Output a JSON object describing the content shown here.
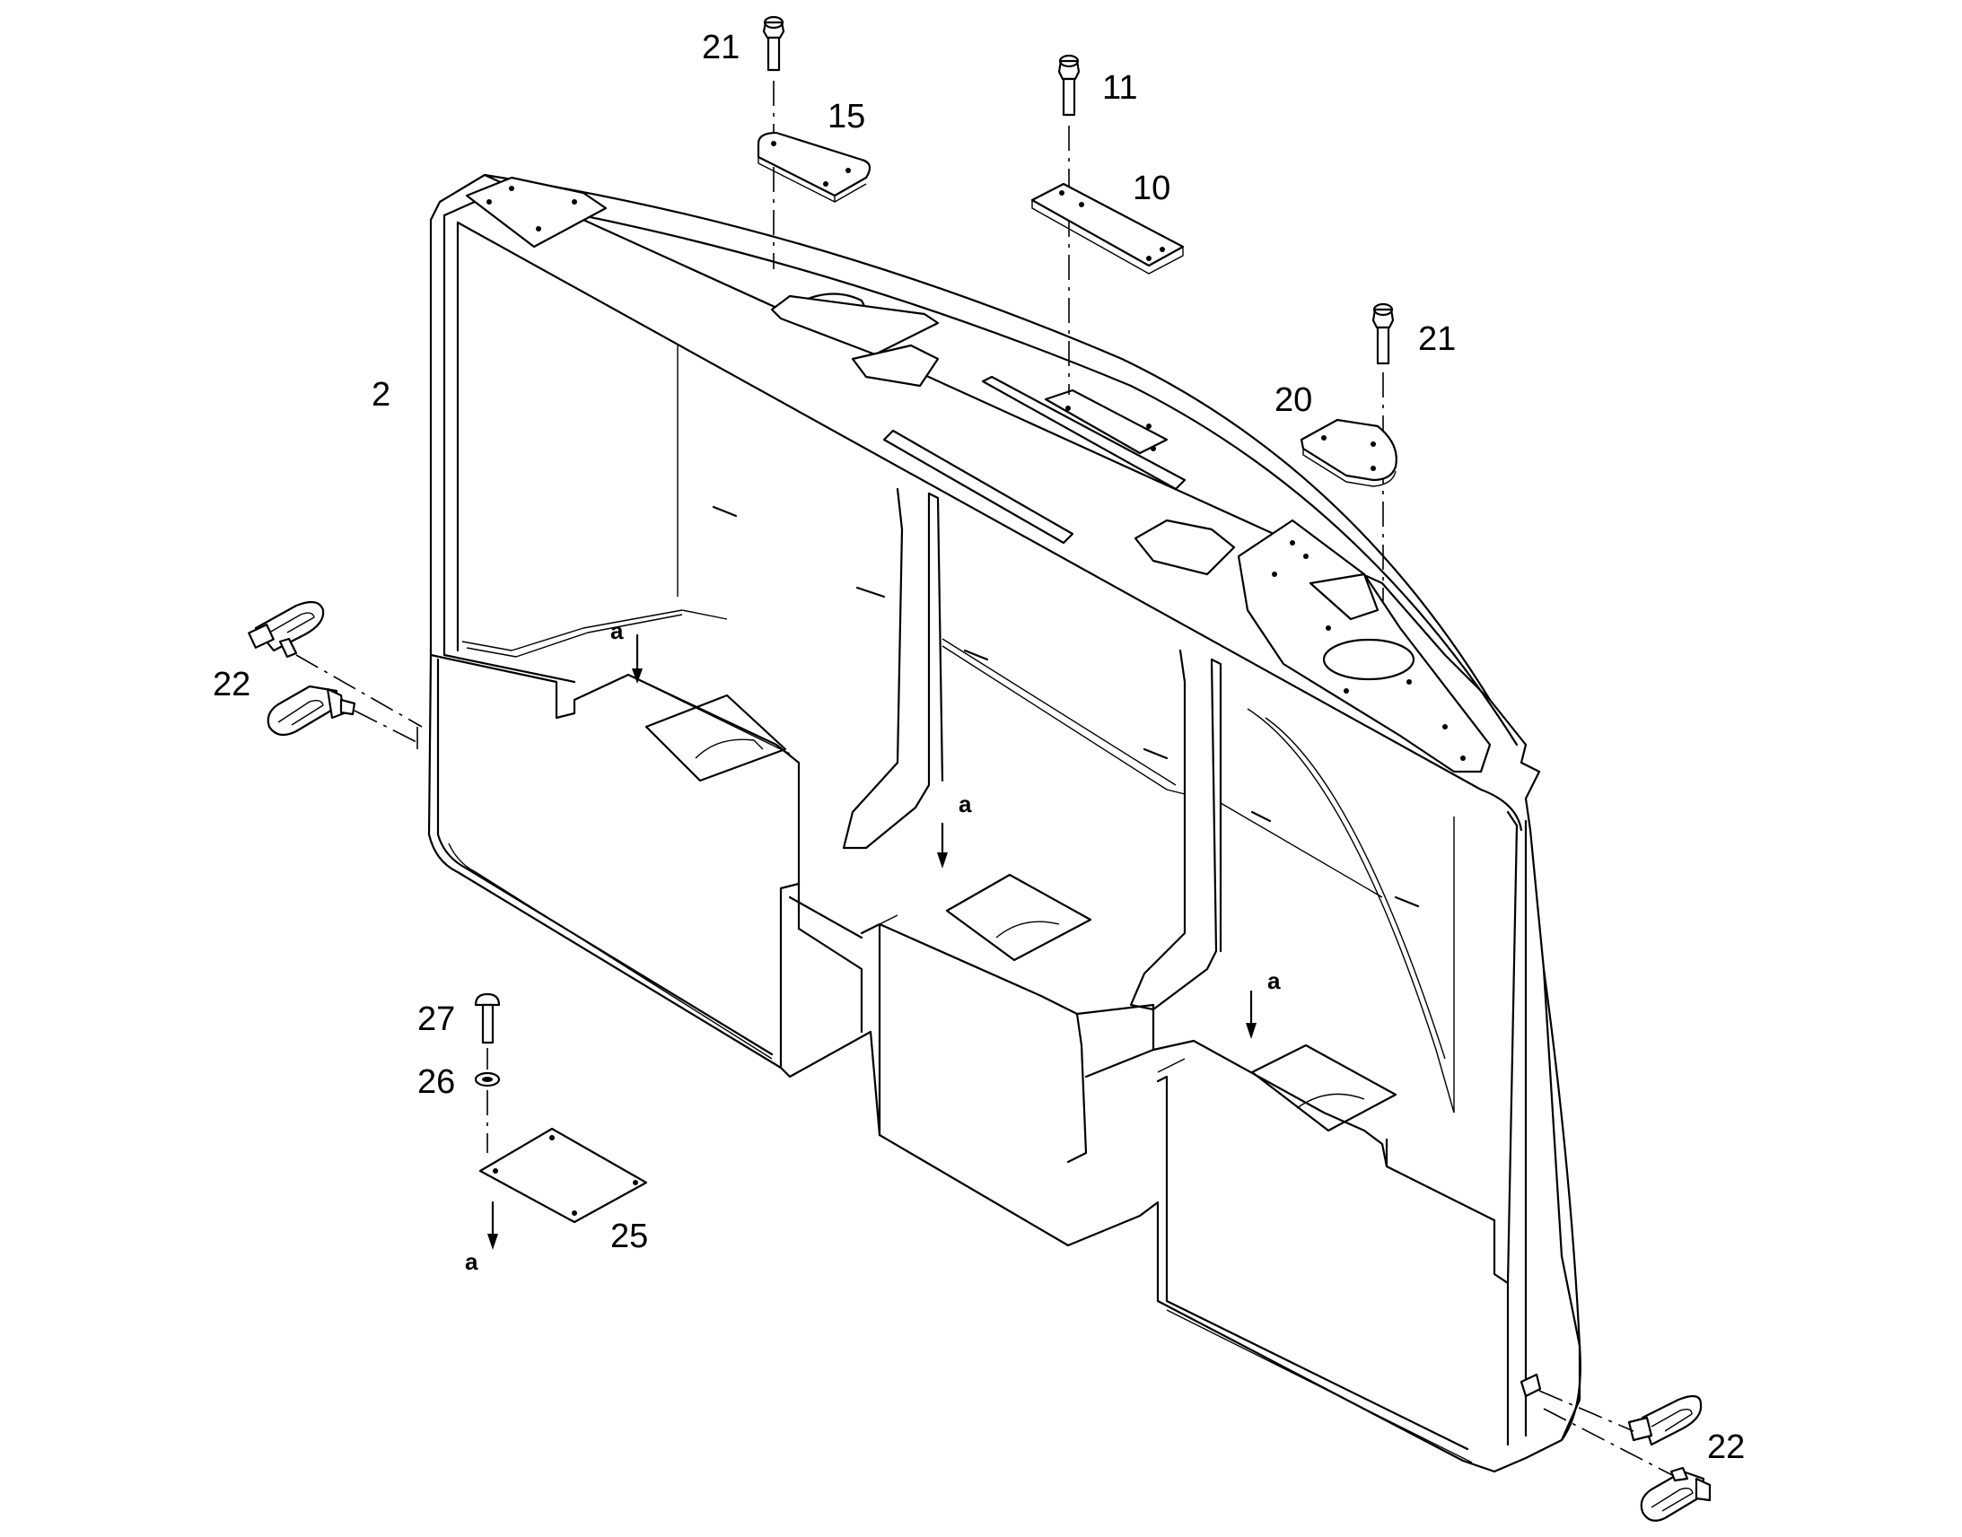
{
  "callouts": {
    "c21a": "21",
    "c11": "11",
    "c15": "15",
    "c10": "10",
    "c21b": "21",
    "c2": "2",
    "c20": "20",
    "c22a": "22",
    "c27": "27",
    "c26": "26",
    "c25": "25",
    "c22b": "22"
  },
  "view_markers": {
    "a1": "a",
    "a2": "a",
    "a3": "a",
    "a4": "a"
  }
}
